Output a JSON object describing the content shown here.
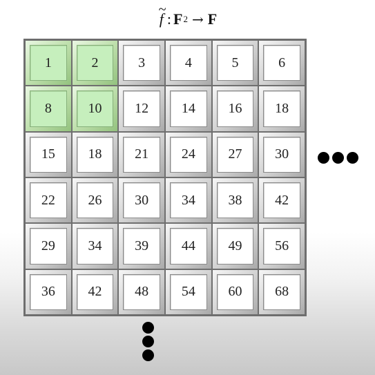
{
  "title": {
    "function": "f",
    "tilde": "~",
    "colon": ":",
    "domain": "F",
    "exponent": "2",
    "arrow": "→",
    "codomain": "F"
  },
  "grid": {
    "rows": [
      [
        "1",
        "2",
        "3",
        "4",
        "5",
        "6"
      ],
      [
        "8",
        "10",
        "12",
        "14",
        "16",
        "18"
      ],
      [
        "15",
        "18",
        "21",
        "24",
        "27",
        "30"
      ],
      [
        "22",
        "26",
        "30",
        "34",
        "38",
        "42"
      ],
      [
        "29",
        "34",
        "39",
        "44",
        "49",
        "56"
      ],
      [
        "36",
        "42",
        "48",
        "54",
        "60",
        "68"
      ]
    ],
    "highlighted_cells": [
      [
        0,
        0
      ],
      [
        0,
        1
      ],
      [
        1,
        0
      ],
      [
        1,
        1
      ]
    ],
    "highlight_color": "#c6efbd"
  },
  "continuation": {
    "horizontal_icon": "ellipsis-horizontal-icon",
    "vertical_icon": "ellipsis-vertical-icon"
  }
}
